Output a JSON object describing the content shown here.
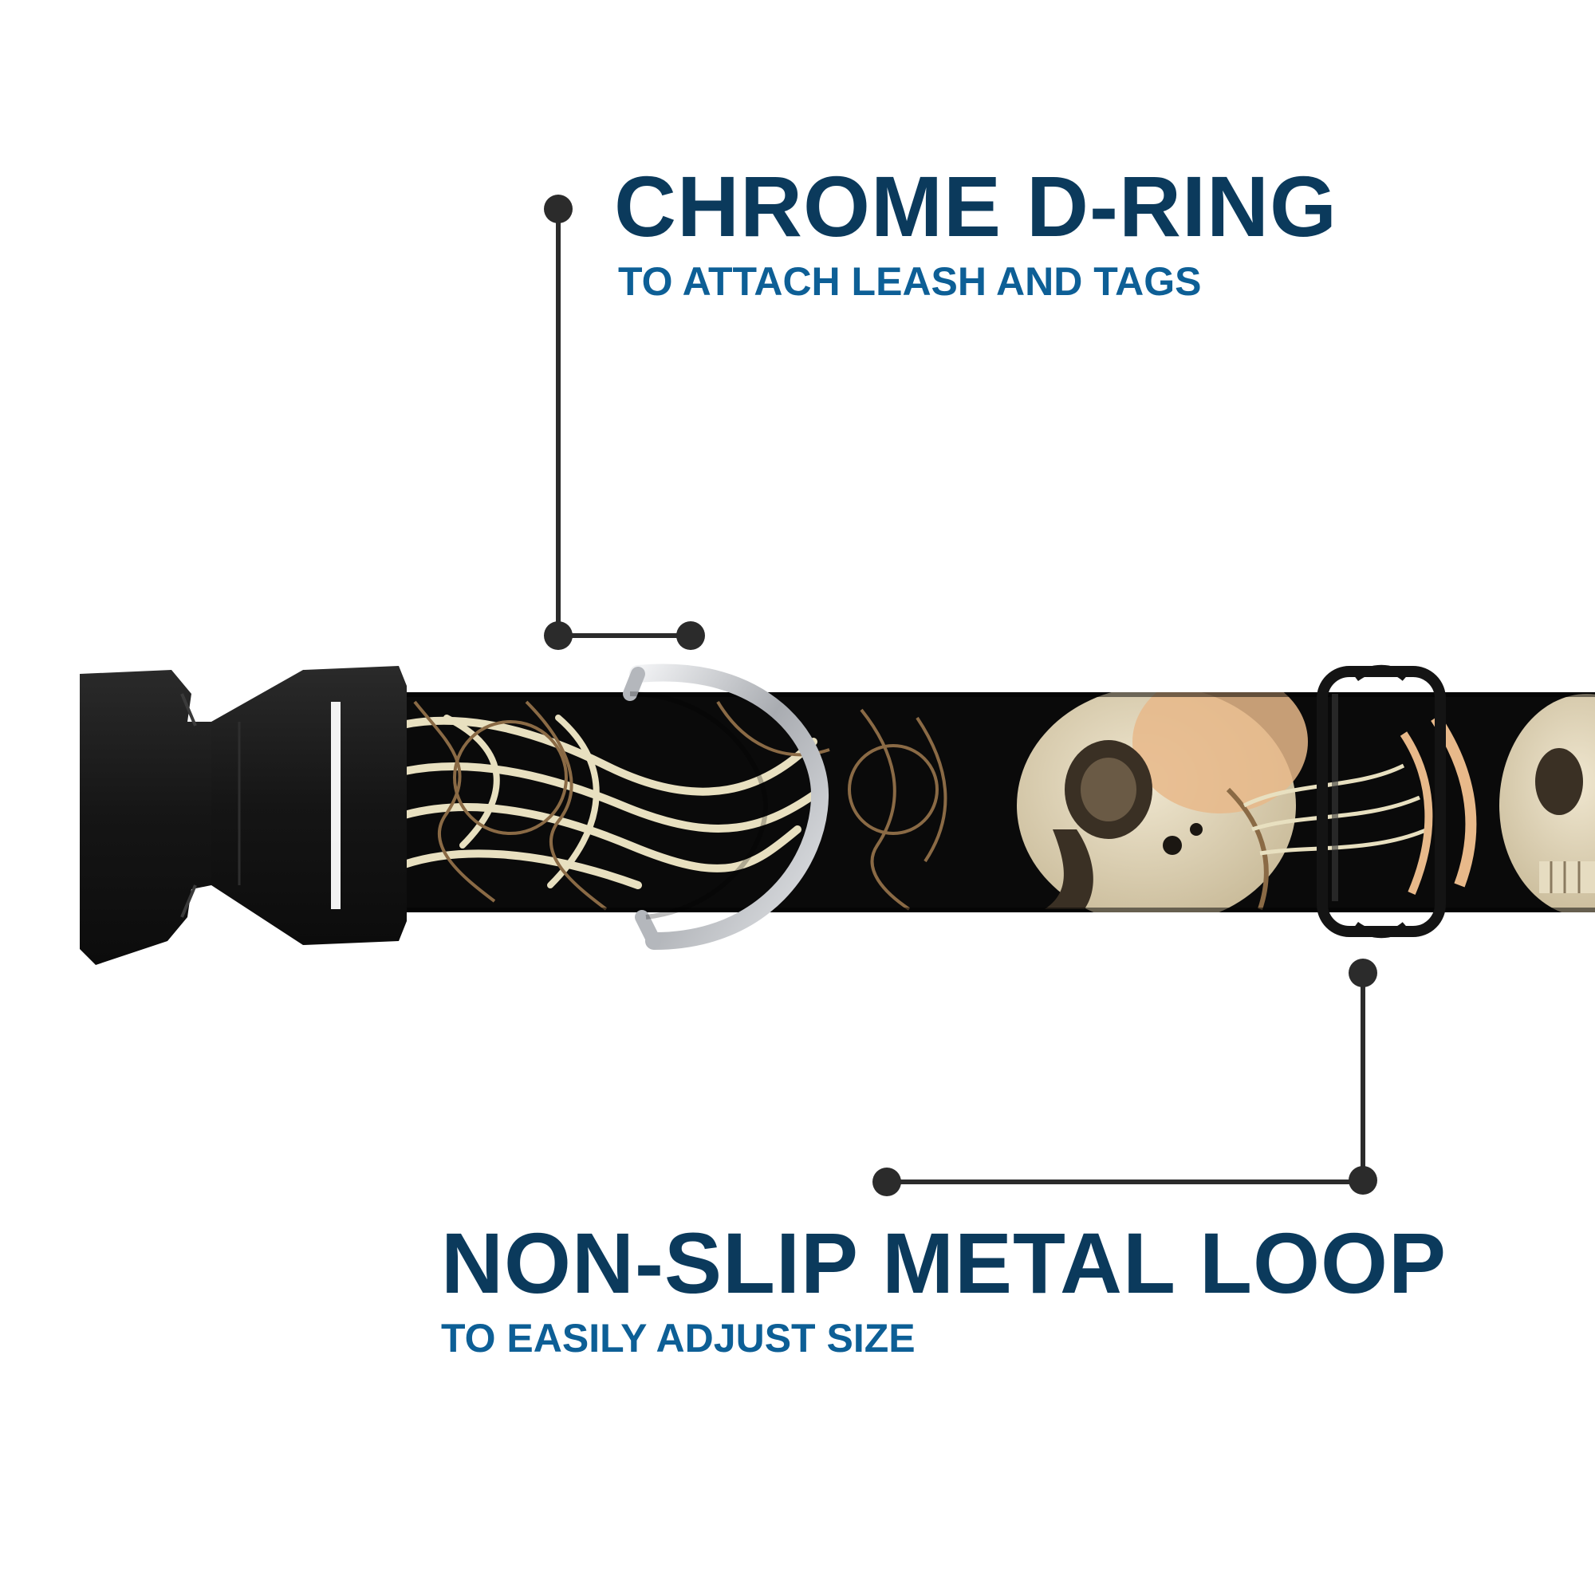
{
  "colors": {
    "background": "#ffffff",
    "title": "#0b3a5c",
    "subtitle": "#0d5f96",
    "leader_line": "#2b2b2b",
    "strap": "#0a0a0a",
    "buckle": "#1b1b1b",
    "ring": "#c7c9cc",
    "pattern_cream": "#e8e0c0",
    "pattern_tan": "#8a6a45",
    "pattern_peach": "#e8b98a"
  },
  "callouts": {
    "dring": {
      "title": "CHROME D-RING",
      "subtitle": "TO ATTACH LEASH AND TAGS"
    },
    "loop": {
      "title": "NON-SLIP METAL LOOP",
      "subtitle": "TO EASILY ADJUST SIZE"
    }
  },
  "icons": {
    "buckle": "side-release-buckle-icon",
    "dring": "d-ring-icon",
    "loop": "slide-loop-icon",
    "pattern": "skull-wings-pattern"
  }
}
